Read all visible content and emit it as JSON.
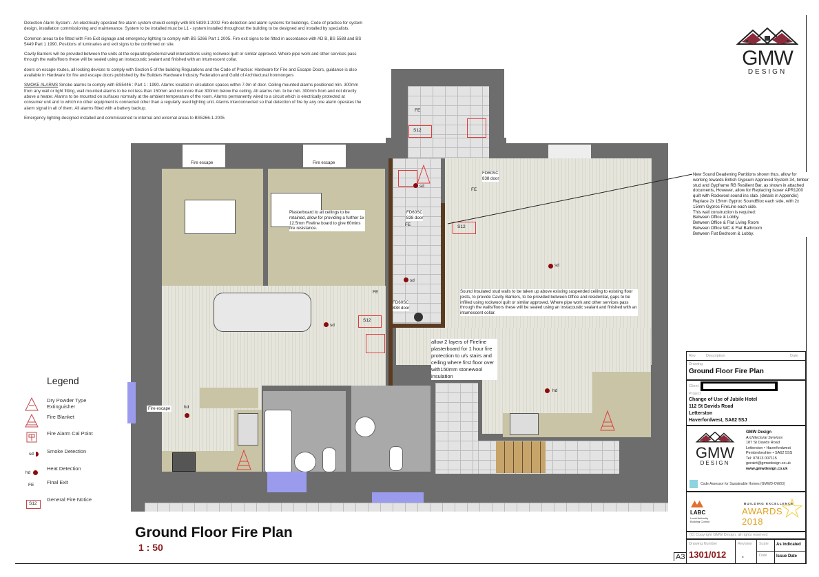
{
  "notes": {
    "p1": "Detection Alarm System:- An electrically operated fire alarm system should comply with BS 5839-1:2002 Fire detection and alarm systems for buildings, Code of practice for system design, installation commissioning and maintenance. System to be installed must be L1 - system installed throughout the building to be designed and installed by specialists.",
    "p2": "Common areas to be fitted with Fire Exit signage and emergency lighting to comply with BS 5266 Part 1 2005. Fire exit signs to be fitted in accordance with AD B, BS 5588 and BS 5449 Part 1 1990. Positions of luminaries and exit signs to be confirmed on site.",
    "p3": "Cavity Barriers will be provided between the units at the separating/external wall intersections using rockwool quilt or similar approved. Where pipe work and other services pass through the walls/floors these will be sealed using an instacoustic sealant and finished with an intumescent collar.",
    "p4": "doors on escape routes, all locking devices to comply with Section 5 of the building Regulations and the Code of Practice: Hardware for Fire and Escape Doors, guidance is also available in Hardware for fire and escape doors published by the Builders Hardware Industry Federation and Guild of Architectural Ironmongers",
    "p5_heading": "SMOKE ALARMS",
    "p5": " Smoke alarms to comply with BS5446 : Part 1 : 1990. Alarms located in circulation spaces within 7.0m of door. Ceiling mounted alarms positioned min. 300mm from any wall or light fitting, wall mounted alarms to be not less than 150mm and not more than 300mm below the ceiling. All alarms min. to be min. 300mm from and not directly above a heater. Alarms to be mounted on surfaces normally at the ambient temperature of the room. Alarms permanently wired to a circuit which is electrically protected at consumer unit and to which no other equipment is connected other than a regularly used lighting unit. Alarms interconnected so that detection of fire by any one alarm operates the alarm signal in all of them. All alarms fitted with a battery backup.",
    "p6": "Emergency lighting designed installed and commissioned to internal and external areas to BS5266-1-2005"
  },
  "logo": {
    "name": "GMW",
    "sub": "DESIGN"
  },
  "plan": {
    "fire_escape_1": "Fire escape",
    "fire_escape_2": "Fire escape",
    "fire_escape_3": "Fire escape",
    "plasterboard_note": "Plasterboard to all ceilings to be retained, allow for providing a further 1x 12.5mm Fireline board to give 60mins fire resistance.",
    "sound_note": "Sound Insulated stud walls to be taken up above existing suspended ceiling to existing floor joists, to provide Cavity Barriers, to be provided between Office and residential, gaps to be infilled using rockwool quilt or similar approved. Where pipe work and other services pass through the walls/floors these will be sealed using an instacoustic sealant and finished with an intumescent collar.",
    "fireline_note": "allow 2 layers of Fireline plasterboard for 1 hour fire protection to u/s stairs and ceiling where first floor over with150mm stonewool insulation",
    "partition_note": "New Sound Deadening Partitions shown thus, allow for working towards British Gypsum Approved System 34, timber stud and Gypframe RB Resilient Bar, as shown in attached documents, However, allow for Replacing Isover APR1200 quilt with Rockwool sound ins slab. (details in Appendix) Replace 2x 15mm Gyproc SoundBloc each side, with 2x 15mm Gyproc FireLine each side.\nThis wall construction is required:\nBetween Office & Lobby.\nBetween Office & Flat Living Room\nBetween Office WC & Flat Bathroom\nBetween Flat Bedroom & Lobby.",
    "door_1": "FD60SC\n838 door",
    "door_2": "FD60SC\n838 door",
    "door_3": "FD60SC\n838 door",
    "fe": "FE",
    "s12": "S12",
    "sd": "sd",
    "hd": "hd"
  },
  "legend": {
    "title": "Legend",
    "items": [
      {
        "icon": "extinguisher-icon",
        "label": "Dry Powder Type\nExtinguisher"
      },
      {
        "icon": "fire-blanket-icon",
        "label": "Fire Blanket"
      },
      {
        "icon": "call-point-icon",
        "label": "Fire Alarm Cal Point"
      },
      {
        "icon": "smoke-detector-icon",
        "label": "Smoke Detection",
        "code": "sd"
      },
      {
        "icon": "heat-detector-icon",
        "label": "Heat Detection",
        "code": "hd"
      },
      {
        "icon": "final-exit-icon",
        "label": "Final Exit",
        "code": "FE"
      },
      {
        "icon": "fire-notice-icon",
        "label": "General Fire Notice",
        "code": "S12"
      }
    ]
  },
  "drawing_title": "Ground Floor Fire Plan",
  "drawing_scale": "1 : 50",
  "title_block": {
    "rev_label": "Rev",
    "desc_label": "Description",
    "date_label": "Date",
    "drawing_label": "Drawing",
    "drawing_name": "Ground Floor Fire Plan",
    "client_label": "Client",
    "project_label": "Project",
    "project_lines": [
      "Change of Use of Jubile Hotel",
      "112 St Davids Road",
      "Letterston",
      "Haverfordwest, SA62 5SJ"
    ],
    "company": {
      "name": "GMW Design",
      "tagline": "Architectural Services",
      "address": [
        "187 St Davids Road",
        "Letterston • Haverfordwest",
        "Pembrokeshire • SA62 5SS"
      ],
      "tel": "Tel: 07813 007115",
      "email": "geraint@gmwdesign.co.uk",
      "web": "www.gmwdesign.co.uk",
      "code_assessor": "Code Assessor for Sustainable Homes (GMWD-OW03)"
    },
    "labc": {
      "name": "LABC",
      "sub": "Local Authority\nBuilding Control",
      "award_top": "BUILDING EXCELLENCE",
      "award": "AWARDS 2018"
    },
    "copyright": "(C) Copyright GMW Design, all rights reserved",
    "drawing_number_label": "Drawing Number",
    "drawing_number": "1301/012",
    "revision_label": "Revision",
    "revision": "-",
    "scale_label": "Scale",
    "scale": "As indicated",
    "date_label2": "Date",
    "date": "Issue Date",
    "sheet": "A3"
  },
  "colors": {
    "accent_red": "#e03b3b",
    "detector": "#8b0c0c",
    "drawing_number": "#8b1a1a",
    "wall": "#6d6d6d"
  }
}
